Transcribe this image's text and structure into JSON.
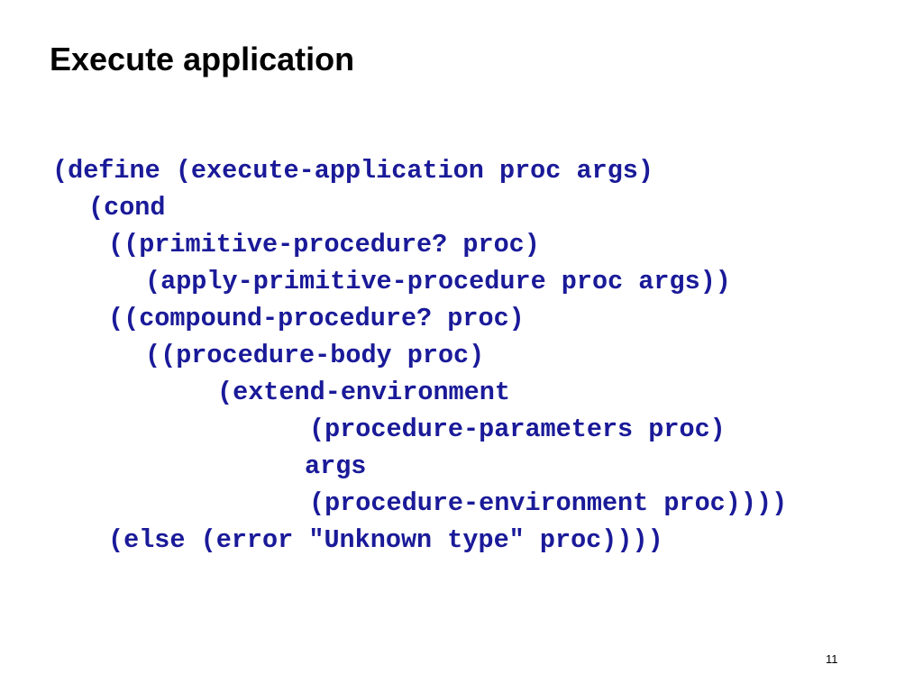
{
  "slide": {
    "title": "Execute application",
    "page_number": "11",
    "code_color": "#1a1a99"
  },
  "code": {
    "lines": [
      "(define (execute-application proc args)",
      "(cond",
      "((primitive-procedure? proc)",
      "(apply-primitive-procedure proc args))",
      "((compound-procedure? proc)",
      "((procedure-body proc)",
      "(extend-environment",
      "(procedure-parameters proc)",
      "args",
      "(procedure-environment proc))))",
      "(else (error \"Unknown type\" proc))))"
    ]
  }
}
